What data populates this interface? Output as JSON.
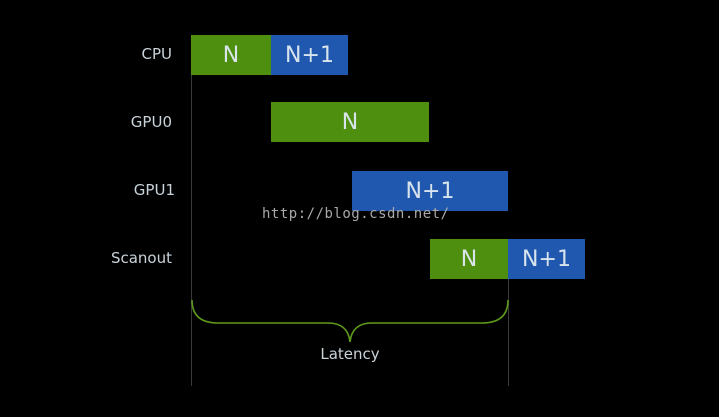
{
  "colors": {
    "background": "#000000",
    "green": "#4e8f10",
    "blue": "#2058b0",
    "label": "#c9d3da",
    "brace": "#5e9a1c"
  },
  "rows": [
    {
      "label": "CPU"
    },
    {
      "label": "GPU0"
    },
    {
      "label": "GPU1"
    },
    {
      "label": "Scanout"
    }
  ],
  "blocks": {
    "cpu_n": "N",
    "cpu_n1": "N+1",
    "gpu0_n": "N",
    "gpu1_n1": "N+1",
    "scanout_n": "N",
    "scanout_n1": "N+1"
  },
  "watermark": "http://blog.csdn.net/",
  "latency_label": "Latency"
}
